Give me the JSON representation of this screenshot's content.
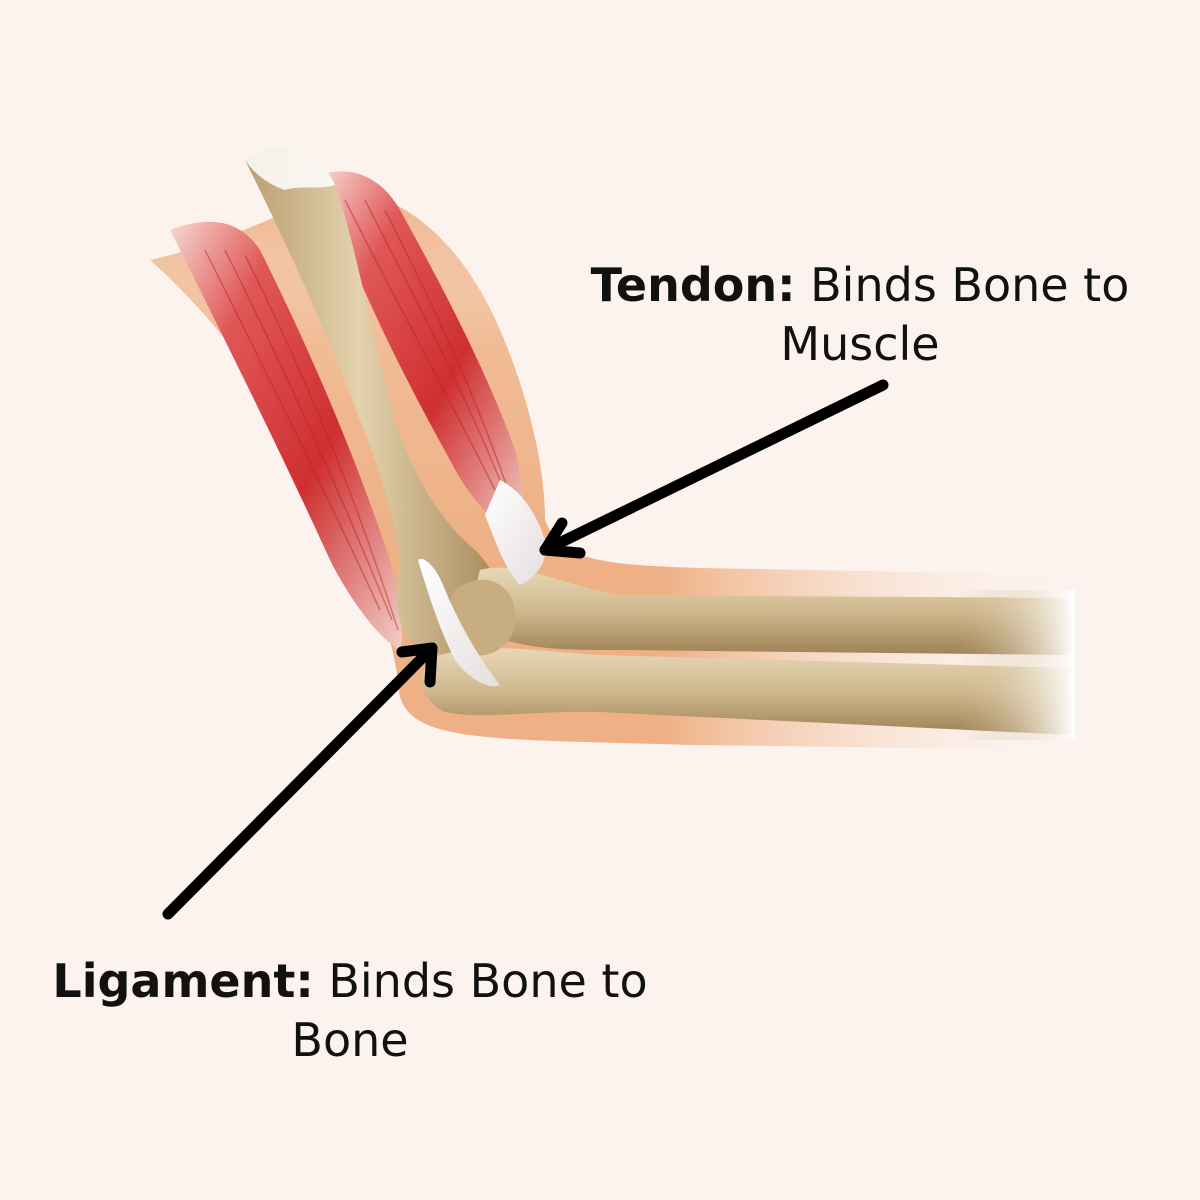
{
  "labels": {
    "tendon": {
      "term": "Tendon:",
      "line1": "Binds Bone to",
      "line2": "Muscle"
    },
    "ligament": {
      "term": "Ligament:",
      "line1": "Binds Bone to",
      "line2": "Bone"
    }
  },
  "colors": {
    "background": "#fcf3ee",
    "skin": "#eeb084",
    "muscle": "#d8393b",
    "bone": "#d8c29c",
    "tendon": "#f2eeee",
    "arrow": "#000000"
  }
}
